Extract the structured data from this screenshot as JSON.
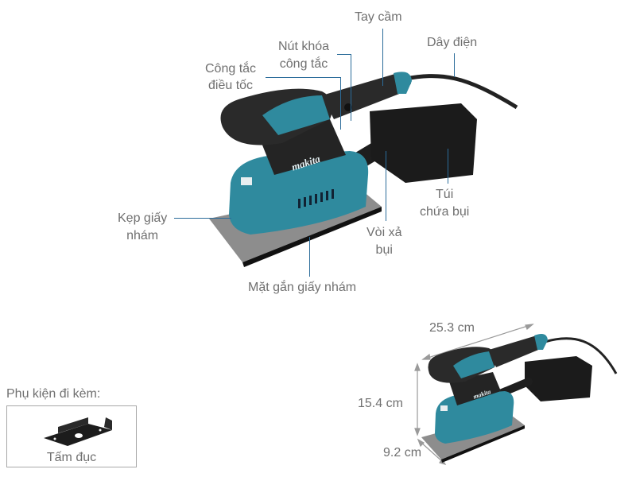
{
  "main_diagram": {
    "labels": {
      "handle": "Tay cầm",
      "power_cord": "Dây điện",
      "lock_button_line1": "Nút khóa",
      "lock_button_line2": "công tắc",
      "speed_switch_line1": "Công tắc",
      "speed_switch_line2": "điều tốc",
      "paper_clamp_line1": "Kẹp giấy",
      "paper_clamp_line2": "nhám",
      "dust_bag_line1": "Túi",
      "dust_bag_line2": "chứa bụi",
      "dust_nozzle_line1": "Vòi xả",
      "dust_nozzle_line2": "bụi",
      "sanding_pad": "Mặt gắn giấy nhám"
    },
    "brand": "makita",
    "colors": {
      "body": "#2f8a9e",
      "grip": "#2e2e2e",
      "leader_line": "#2b6c9a"
    }
  },
  "dimensions": {
    "length": "25.3 cm",
    "height": "15.4 cm",
    "width": "9.2 cm"
  },
  "accessories": {
    "title": "Phụ kiện đi kèm:",
    "items": [
      {
        "name": "Tấm đục"
      }
    ]
  }
}
